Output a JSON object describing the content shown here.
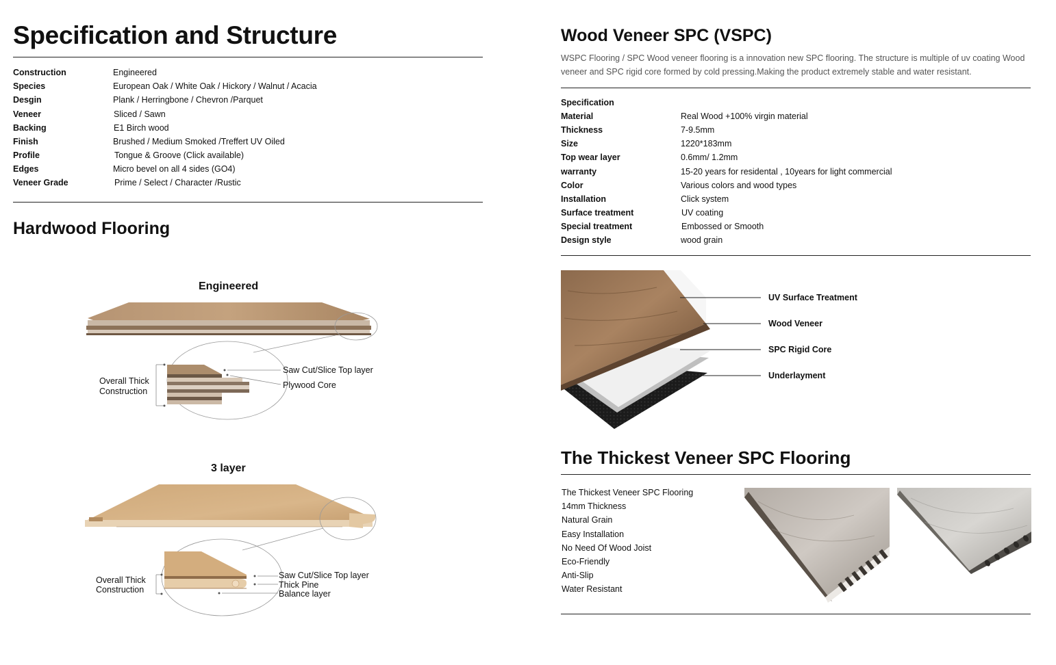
{
  "left": {
    "title": "Specification and Structure",
    "specs": [
      {
        "label": "Construction",
        "value": "Engineered"
      },
      {
        "label": "Species",
        "value": "European Oak / White Oak / Hickory / Walnut / Acacia"
      },
      {
        "label": "Desgin",
        "value": "Plank / Herringbone / Chevron /Parquet"
      },
      {
        "label": "Veneer",
        "value": "Sliced / Sawn"
      },
      {
        "label": "Backing",
        "value": "E1 Birch wood"
      },
      {
        "label": "Finish",
        "value": "Brushed / Medium Smoked /Treffert UV Oiled"
      },
      {
        "label": "Profile",
        "value": "Tongue & Groove (Click available)"
      },
      {
        "label": "Edges",
        "value": "Micro bevel on all 4 sides (GO4)"
      },
      {
        "label": "Veneer Grade",
        "value": "Prime / Select / Character /Rustic"
      }
    ],
    "hardwood_title": "Hardwood Flooring",
    "engineered": {
      "title": "Engineered",
      "overall_line1": "Overall Thick",
      "overall_line2": "Construction",
      "top_layer": "Saw Cut/Slice Top layer",
      "core": "Plywood Core"
    },
    "three_layer": {
      "title": "3 layer",
      "overall_line1": "Overall Thick",
      "overall_line2": "Construction",
      "top_layer": "Saw Cut/Slice Top layer",
      "pine": "Thick Pine",
      "balance": "Balance layer"
    }
  },
  "right": {
    "title": "Wood Veneer SPC (VSPC)",
    "description": "WSPC Flooring / SPC Wood veneer flooring is a innovation new SPC flooring. The structure is multiple of uv coating Wood veneer and SPC rigid core formed by cold pressing.Making the product extremely stable and water resistant.",
    "spec_heading": "Specification",
    "specs": [
      {
        "label": "Material",
        "value": "Real Wood +100% virgin material"
      },
      {
        "label": "Thickness",
        "value": "7-9.5mm"
      },
      {
        "label": "Size",
        "value": "1220*183mm"
      },
      {
        "label": "Top wear layer",
        "value": "0.6mm/ 1.2mm"
      },
      {
        "label": "warranty",
        "value": "15-20 years for residental , 10years for light commercial"
      },
      {
        "label": "Color",
        "value": "Various colors and wood types"
      },
      {
        "label": "Installation",
        "value": "Click system"
      },
      {
        "label": "Surface treatment",
        "value": "UV coating"
      },
      {
        "label": "Special treatment",
        "value": "Embossed or Smooth"
      },
      {
        "label": "Design style",
        "value": "wood grain"
      }
    ],
    "layers": [
      "UV Surface Treatment",
      "Wood Veneer",
      "SPC Rigid Core",
      "Underlayment"
    ],
    "thickest_title": "The Thickest Veneer SPC Flooring",
    "features": [
      "The Thickest Veneer SPC Flooring",
      "14mm Thickness",
      "Natural Grain",
      "Easy Installation",
      "No Need Of Wood Joist",
      "Eco-Friendly",
      "Anti-Slip",
      "Water Resistant"
    ]
  }
}
